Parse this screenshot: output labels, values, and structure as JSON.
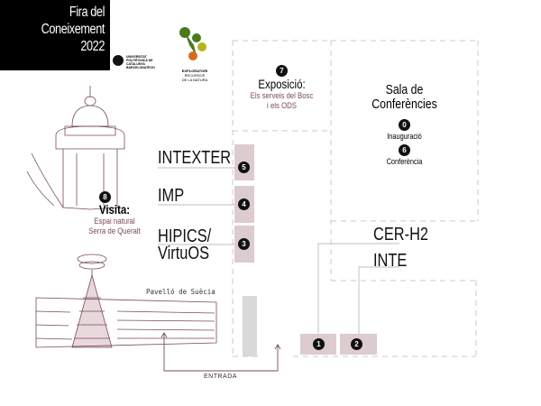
{
  "title": {
    "line1": "Fira del",
    "line2": "Coneixement",
    "line3": "2022"
  },
  "logos": {
    "upc": "UNIVERSITAT POLITÈCNICA DE CATALUNYA BARCELONATECH",
    "exploratori": "EXPLORATORI",
    "exploratori_sub1": "RECURSOS",
    "exploratori_sub2": "DE LA NATURA"
  },
  "rooms": {
    "exposicio": {
      "num": "7",
      "title": "Exposició:",
      "sub1": "Els serveis del Bosc",
      "sub2": "i els ODS"
    },
    "sala": {
      "title1": "Sala de",
      "title2": "Conferències",
      "events": [
        {
          "num": "0",
          "label": "Inauguració"
        },
        {
          "num": "6",
          "label": "Conferència"
        }
      ]
    }
  },
  "stands": [
    {
      "num": "5",
      "label": "INTEXTER"
    },
    {
      "num": "4",
      "label": "IMP"
    },
    {
      "num": "3",
      "label1": "HIPICS/",
      "label2": "VirtuOS"
    },
    {
      "num": "1",
      "label": "CER-H2"
    },
    {
      "num": "2",
      "label": "INTE"
    }
  ],
  "visita": {
    "num": "8",
    "title": "Visita:",
    "sub1": "Espai natural",
    "sub2": "Serra de Queralt"
  },
  "pavello": "Pavelló de Suècia",
  "entrada": "ENTRADA",
  "colors": {
    "accent": "#7a4a5a",
    "stand": "#dccbcf",
    "badge": "#111111"
  }
}
